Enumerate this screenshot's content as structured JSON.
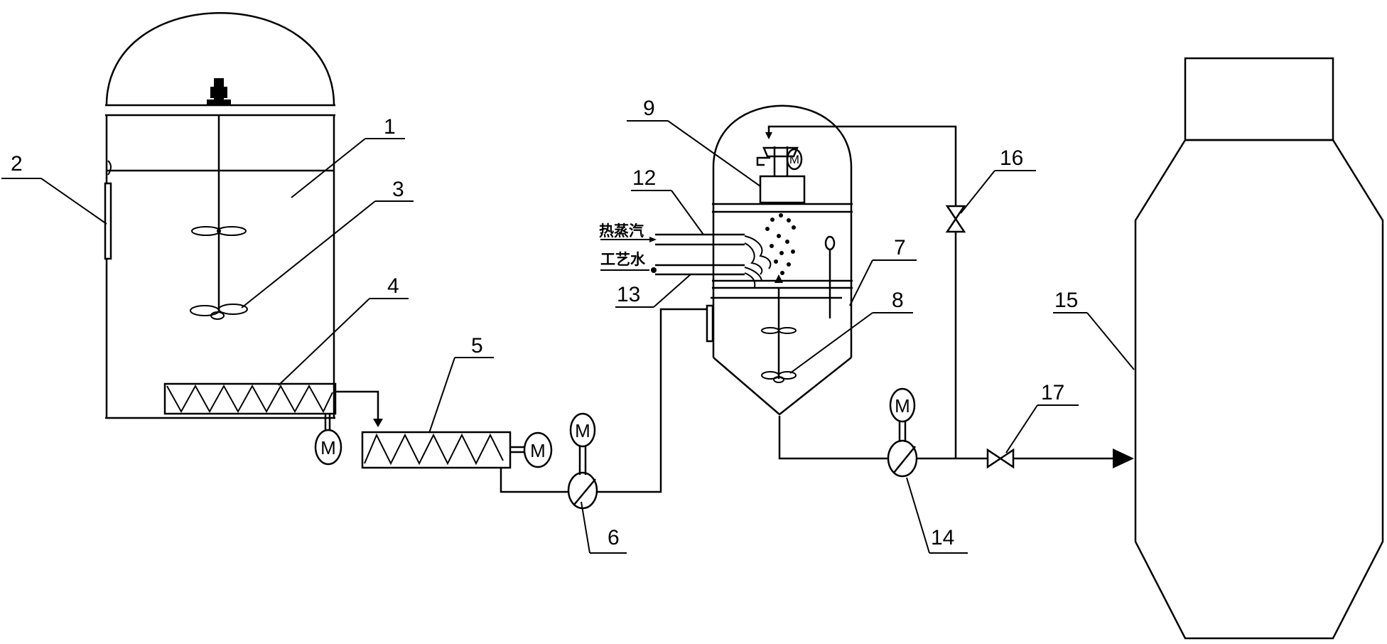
{
  "inputs": {
    "hot_steam": "热蒸汽",
    "process_water": "工艺水"
  },
  "motor_letter": "M",
  "callouts": {
    "n1": "1",
    "n2": "2",
    "n3": "3",
    "n4": "4",
    "n5": "5",
    "n6": "6",
    "n7": "7",
    "n8": "8",
    "n9": "9",
    "n12": "12",
    "n13": "13",
    "n14": "14",
    "n15": "15",
    "n16": "16",
    "n17": "17"
  }
}
